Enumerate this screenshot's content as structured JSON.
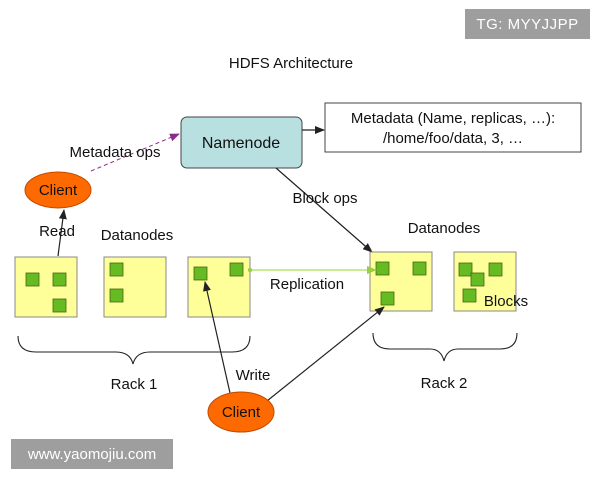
{
  "title": "HDFS Architecture",
  "namenode": {
    "label": "Namenode"
  },
  "metadata": {
    "line1": "Metadata (Name, replicas, …):",
    "line2": "/home/foo/data, 3, …"
  },
  "labels": {
    "metadata_ops": "Metadata ops",
    "block_ops": "Block ops",
    "read": "Read",
    "write": "Write",
    "replication": "Replication",
    "blocks": "Blocks",
    "datanodes_left": "Datanodes",
    "datanodes_right": "Datanodes",
    "rack1": "Rack 1",
    "rack2": "Rack 2"
  },
  "clients": {
    "top": "Client",
    "bottom": "Client"
  },
  "watermarks": {
    "tg": "TG: MYYJJPP",
    "site": "www.yaomojiu.com"
  },
  "colors": {
    "datanode_fill": "#ffff99",
    "block_fill": "#66bb22",
    "namenode_fill": "#b8e0e0",
    "client_fill": "#ff6a00",
    "replication_line": "#aadd55",
    "metadata_ops_arrow": "#8a2b8a"
  }
}
